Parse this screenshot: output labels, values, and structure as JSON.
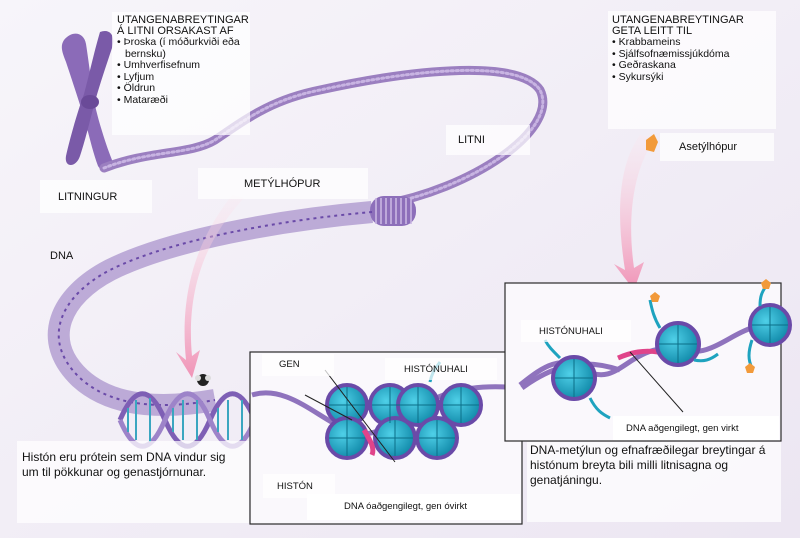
{
  "causes": {
    "title": "UTANGENABREYTINGAR Á LITNI ORSAKAST AF",
    "items": [
      "Þroska (í móðurkviði eða bernsku)",
      "Umhverfisefnum",
      "Lyfjum",
      "Öldrun",
      "Mataræði"
    ]
  },
  "effects": {
    "title": "UTANGENABREYTINGAR GETA LEITT TIL",
    "items": [
      "Krabbameins",
      "Sjálfsofnæmissjúkdóma",
      "Geðraskana",
      "Sykursýki"
    ]
  },
  "labels": {
    "chromosome": "LITNINGUR",
    "chromatin": "LITNI",
    "methyl": "METÝLHÓPUR",
    "acetyl": "Asetýlhópur",
    "dna": "DNA",
    "gene": "GEN",
    "histone_tail_left": "HISTÓNUHALI",
    "histone_tail_right": "HISTÓNUHALI",
    "histone": "HISTÓN",
    "inactive": "DNA óaðgengilegt, gen óvirkt",
    "active": "DNA aðgengilegt, gen virkt"
  },
  "captions": {
    "histones": "Histón eru prótein sem DNA vindur sig um til pökkunar og genastjórnunar.",
    "methylation": "DNA-metýlun og efnafræðilegar breytingar á histónum breyta bili milli litnisagna og genatjáningu."
  },
  "colors": {
    "background": "#f4f1f7",
    "chromatin": "#9b7fc0",
    "histone": "#1ea3bf",
    "histone_ring": "#6a4aa8",
    "arrow": "#f2b2c8",
    "acetyl": "#f29a3a",
    "gene_highlight": "#e0448a"
  }
}
